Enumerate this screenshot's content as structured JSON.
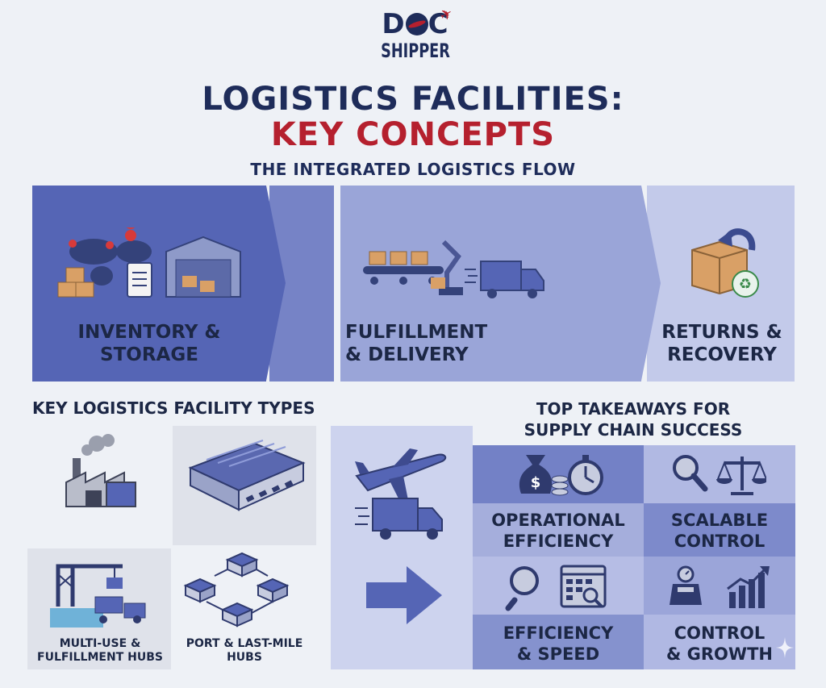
{
  "header": {
    "logo_doc": "D",
    "logo_doc_tail": "C",
    "logo_shipper": "SHIPPER",
    "title_line1": "LOGISTICS FACILITIES:",
    "title_line2": "KEY CONCEPTS",
    "subtitle": "THE INTEGRATED LOGISTICS FLOW"
  },
  "flow": {
    "steps": [
      {
        "label_line1": "INVENTORY &",
        "label_line2": "STORAGE"
      },
      {
        "label_line1": "FULFILLMENT",
        "label_line2": "& DELIVERY"
      },
      {
        "label_line1": "RETURNS &",
        "label_line2": "RECOVERY"
      }
    ]
  },
  "facilities": {
    "heading": "KEY LOGISTICS FACILITY TYPES",
    "tiles": [
      {
        "label_line1": "MULTI-USE &",
        "label_line2": "FULFILLMENT HUBS"
      },
      {
        "label_line1": "PORT & LAST-MILE",
        "label_line2": "HUBS"
      }
    ]
  },
  "takeaways": {
    "heading_line1": "TOP TAKEAWAYS FOR",
    "heading_line2": "SUPPLY CHAIN SUCCESS",
    "items": [
      {
        "label_line1": "OPERATIONAL",
        "label_line2": "EFFICIENCY"
      },
      {
        "label_line1": "SCALABLE",
        "label_line2": "CONTROL"
      },
      {
        "label_line1": "EFFICIENCY",
        "label_line2": "& SPEED"
      },
      {
        "label_line1": "CONTROL",
        "label_line2": "& GROWTH"
      }
    ]
  },
  "colors": {
    "navy": "#1e2c5a",
    "brand_red": "#b5202e",
    "panel_dark": "#5565b5",
    "panel_mid": "#9aa5d8",
    "panel_light": "#c3caea"
  }
}
